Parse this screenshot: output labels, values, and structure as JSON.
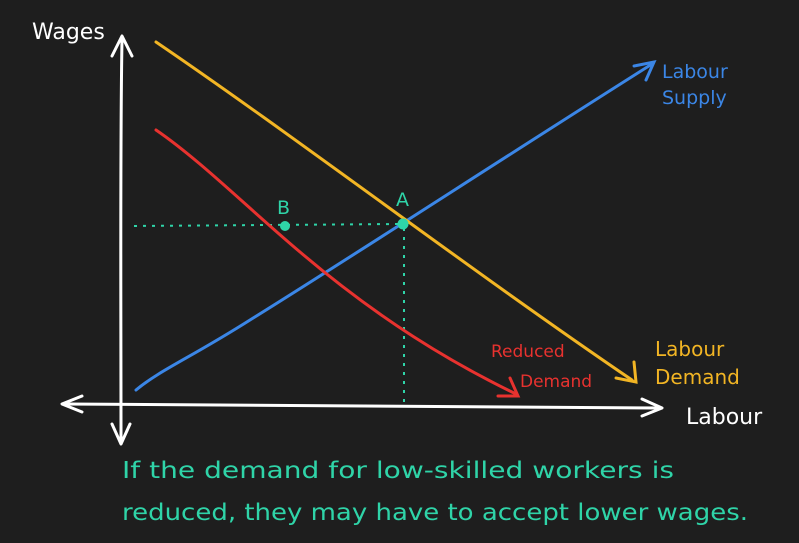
{
  "axes": {
    "y_label": "Wages",
    "x_label": "Labour"
  },
  "curves": {
    "supply": {
      "line1": "Labour",
      "line2": "Supply",
      "color": "#3b86e6"
    },
    "demand": {
      "line1": "Labour",
      "line2": "Demand",
      "color": "#f2b524"
    },
    "reduced_demand": {
      "line1": "Reduced",
      "line2": "Demand",
      "color": "#e8322f"
    }
  },
  "points": {
    "a": {
      "label": "A"
    },
    "b": {
      "label": "B"
    },
    "color": "#2fd4a8"
  },
  "caption": {
    "line1": "If the demand for low-skilled workers is",
    "line2": "reduced, they may have to accept lower wages.",
    "color": "#2fd4a8"
  },
  "colors": {
    "axis": "#ffffff",
    "background": "#1e1e1e"
  }
}
